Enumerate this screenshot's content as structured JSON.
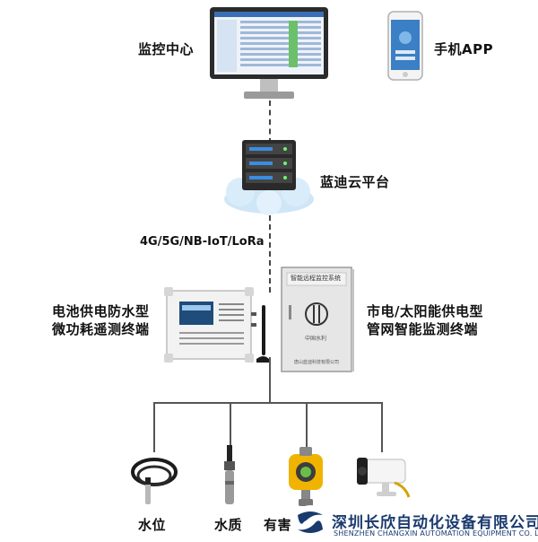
{
  "nodes": {
    "monitor_center": "监控中心",
    "mobile_app": "手机APP",
    "cloud_platform": "蓝迪云平台",
    "network": "4G/5G/NB-IoT/LoRa",
    "battery_terminal_line1": "电池供电防水型",
    "battery_terminal_line2": "微功耗遥测终端",
    "mains_terminal_line1": "市电/太阳能供电型",
    "mains_terminal_line2": "管网智能监测终端"
  },
  "sensors": [
    {
      "label": "水位",
      "icon": "water-level-sensor-icon"
    },
    {
      "label": "水质",
      "icon": "water-quality-probe-icon"
    },
    {
      "label": "有害",
      "icon": "gas-detector-icon"
    },
    {
      "label": "",
      "icon": "camera-icon"
    }
  ],
  "cabinet": {
    "title": "智能远程监控系统",
    "sub": "中国水利",
    "company": "唐山蓝迪科技有限公司"
  },
  "brand": {
    "name_cn": "深圳长欣自动化设备有限公司",
    "name_en": "SHENZHEN CHANGXIN AUTOMATION EQUIPMENT CO. LTD",
    "color": "#1a3a6e"
  },
  "colors": {
    "line": "#555555",
    "cloud": "#cfe6f7",
    "cabinet": "#e6e6e6"
  }
}
